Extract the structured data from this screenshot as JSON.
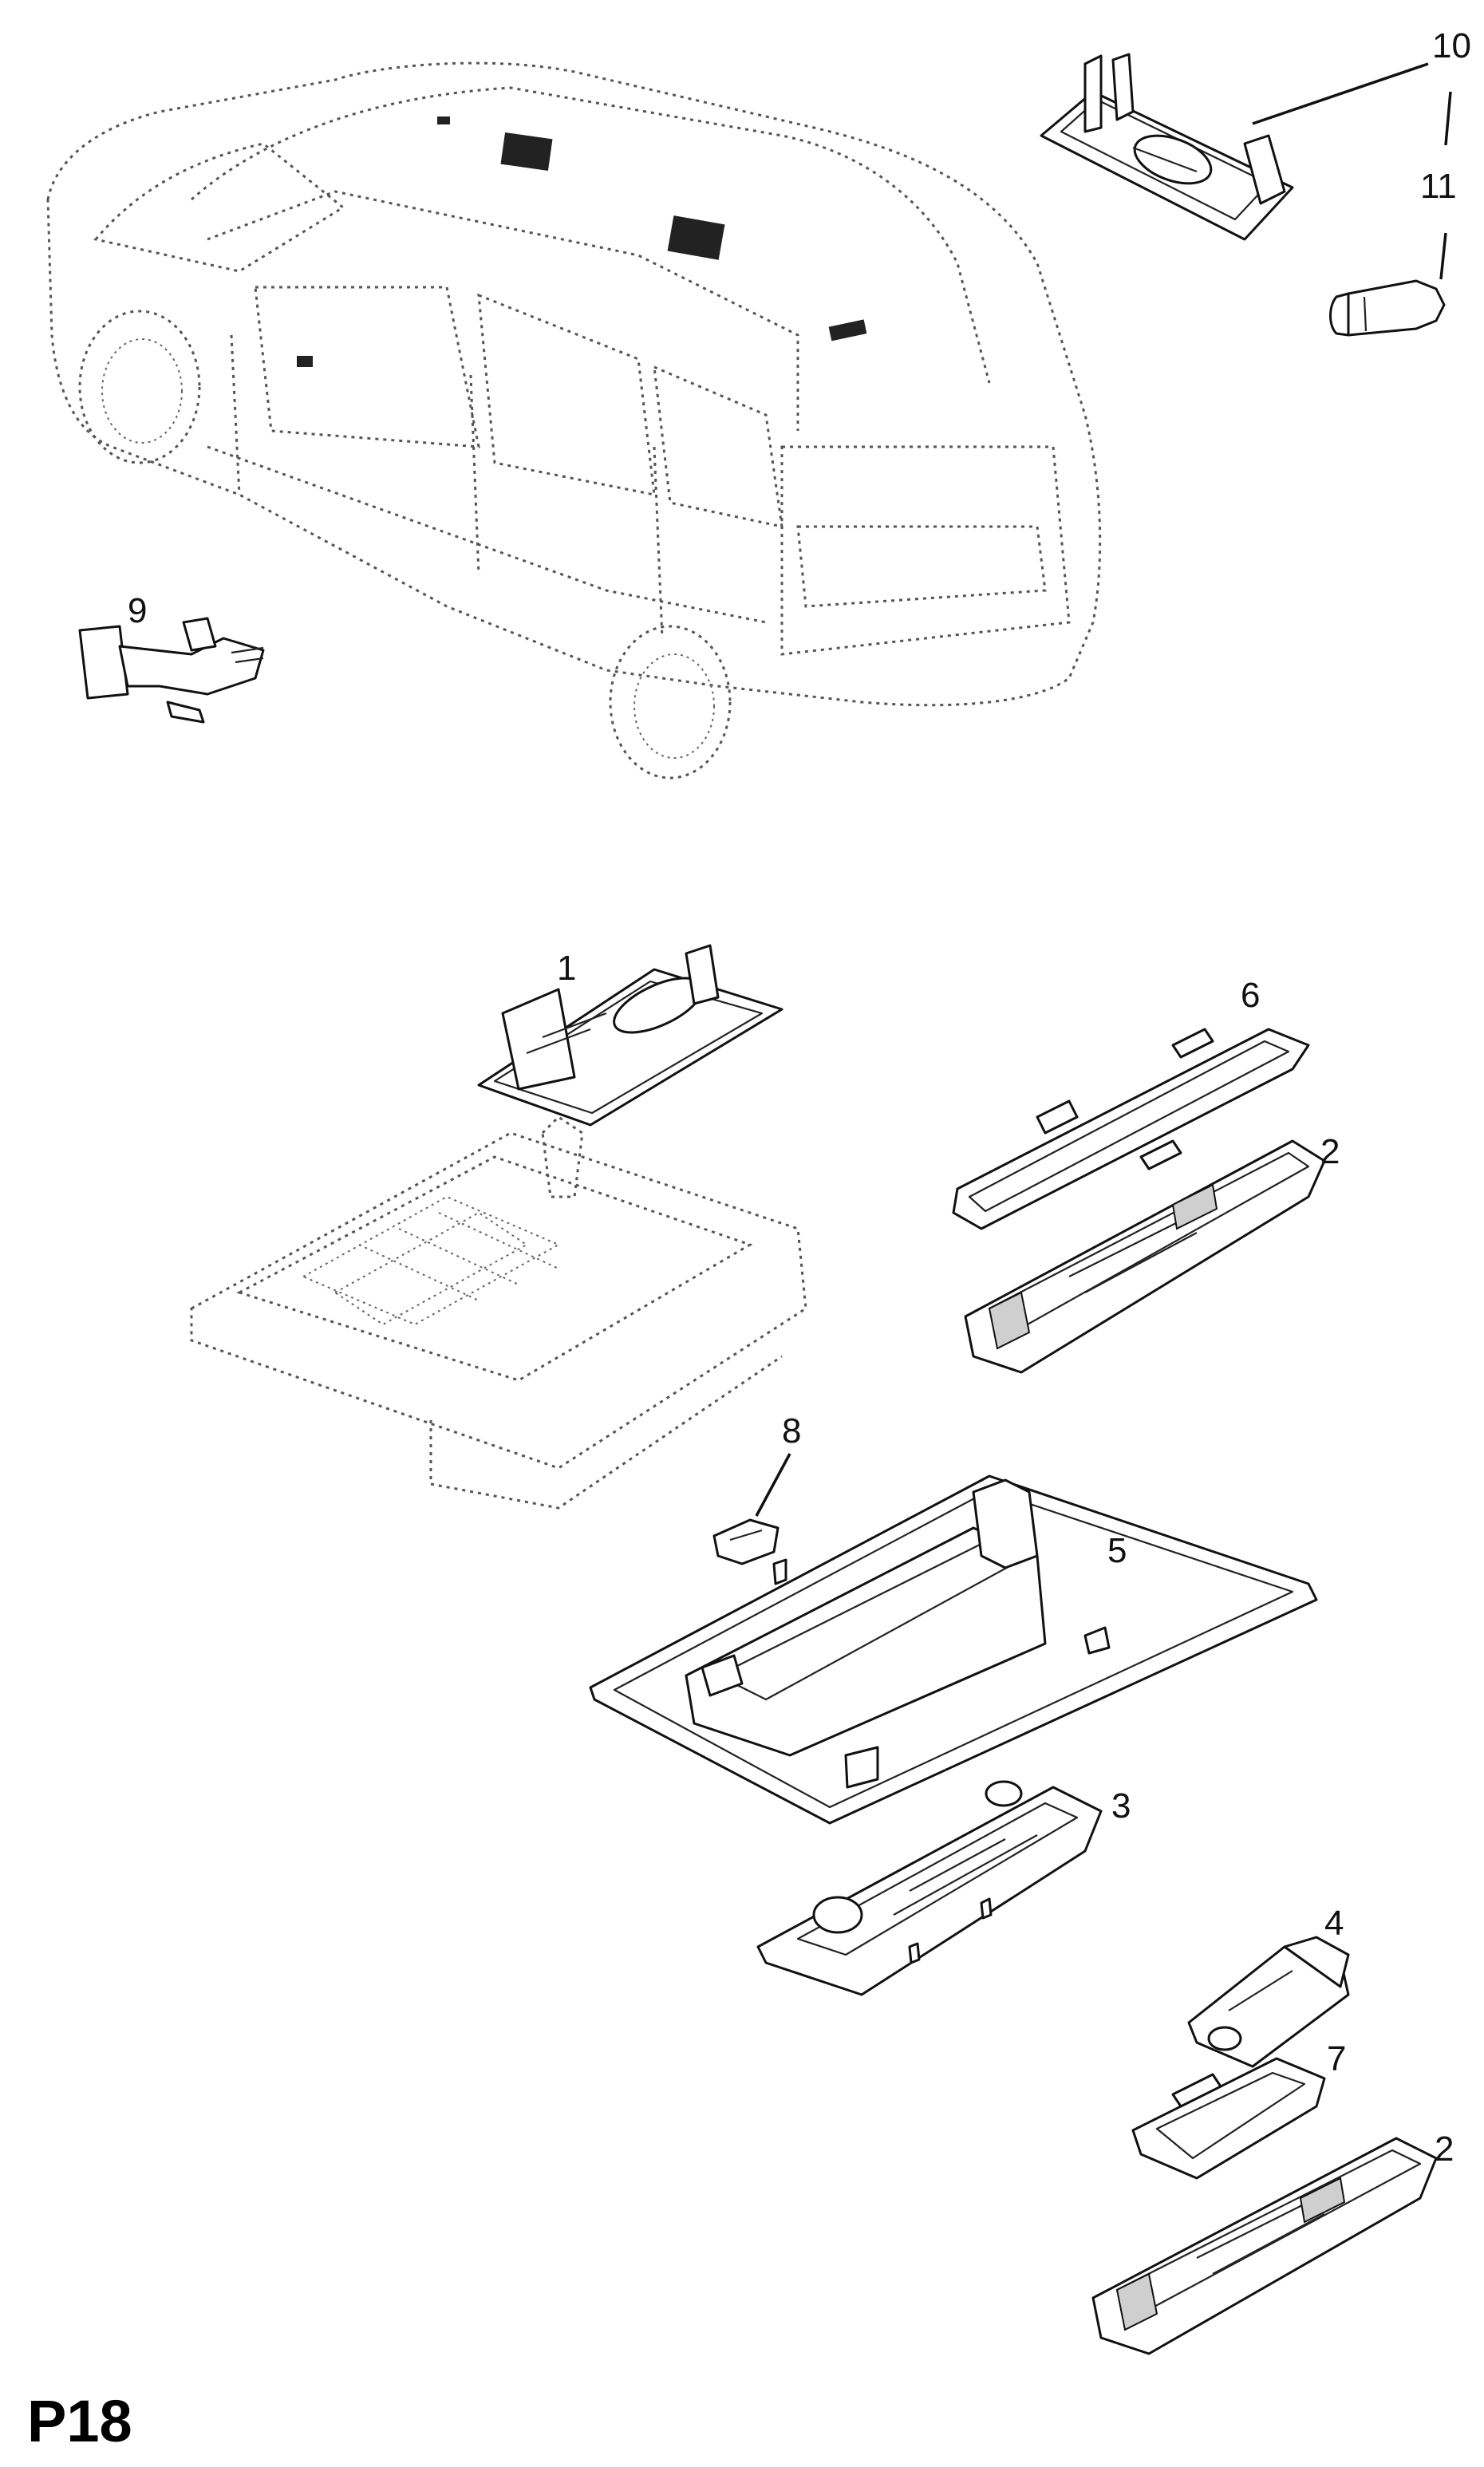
{
  "diagram": {
    "page_code": "P18",
    "callouts": [
      "10",
      "11",
      "9",
      "1",
      "6",
      "2",
      "8",
      "5",
      "3",
      "4",
      "7",
      "2"
    ]
  }
}
